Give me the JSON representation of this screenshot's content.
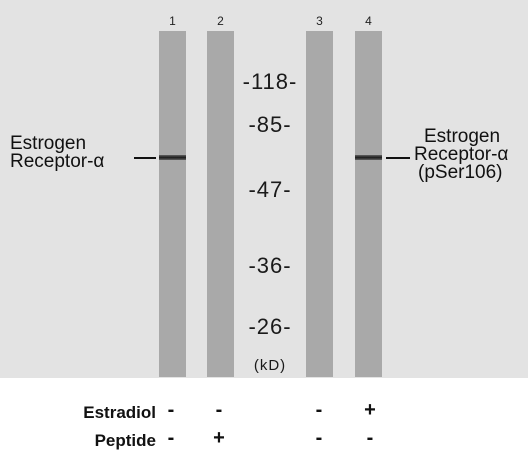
{
  "lanes": [
    {
      "number": "1",
      "band": true
    },
    {
      "number": "2",
      "band": false
    },
    {
      "number": "3",
      "band": false
    },
    {
      "number": "4",
      "band": true
    }
  ],
  "markers": [
    "-118-",
    "-85-",
    "-47-",
    "-36-",
    "-26-"
  ],
  "marker_unit": "(kD)",
  "left_label": {
    "line1": "Estrogen",
    "line2": "Receptor-α"
  },
  "right_label": {
    "line1": "Estrogen",
    "line2": "Receptor-α",
    "line3": "(pSer106)"
  },
  "conditions": [
    {
      "name": "Estradiol",
      "signs": [
        "-",
        "-",
        "-",
        "+"
      ]
    },
    {
      "name": "Peptide",
      "signs": [
        "-",
        "+",
        "-",
        "-"
      ]
    }
  ]
}
